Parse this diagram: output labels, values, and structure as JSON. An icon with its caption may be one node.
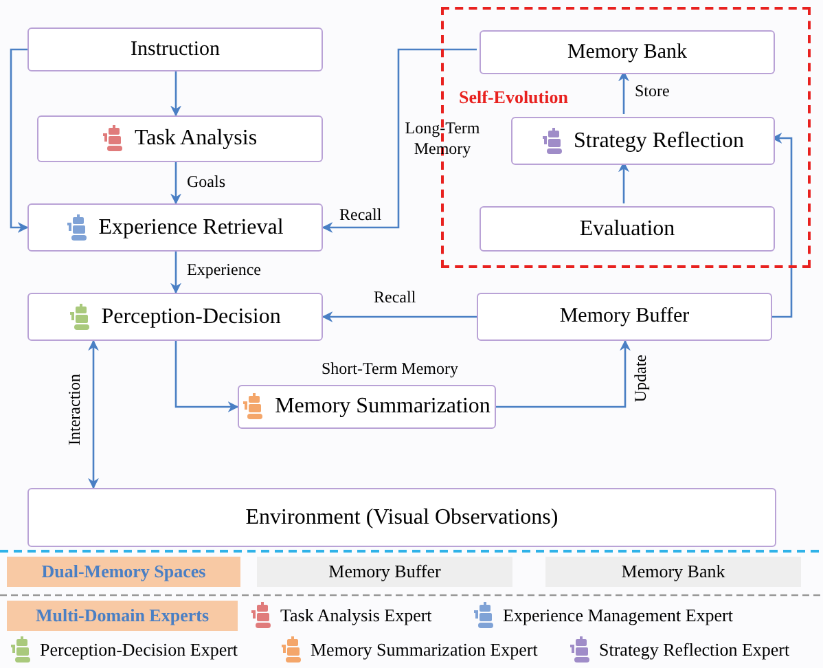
{
  "diagram": {
    "nodes": [
      {
        "text": [
          "Instruction"
        ]
      },
      {
        "text": [
          "Task Analysis"
        ]
      },
      {
        "text": [
          "Experience Retrieval"
        ]
      },
      {
        "text": [
          "Perception-Decision"
        ]
      },
      {
        "text": [
          "Self-Evolution"
        ]
      },
      {
        "text": [
          "Memory Bank"
        ],
        "in": 4
      },
      {
        "text": [
          "Strategy Reflection"
        ],
        "in": 4
      },
      {
        "text": [
          "Evaluation"
        ],
        "in": 4
      },
      {
        "text": [
          "Memory Buffer"
        ]
      },
      {
        "text": [
          "Memory Summarization"
        ]
      },
      {
        "text": [
          "Environment (Visual Observations)"
        ]
      }
    ],
    "edges": [
      {
        "from": 0,
        "to": 1,
        "arrow": "to"
      },
      {
        "from": 1,
        "to": 2,
        "arrow": "to",
        "label": "Goals"
      },
      {
        "from": 0,
        "to": 2,
        "arrow": "to"
      },
      {
        "from": 5,
        "to": 2,
        "arrow": "to",
        "label": "Recall"
      },
      {
        "from": 2,
        "to": 3,
        "arrow": "to",
        "label": "Experience"
      },
      {
        "from": 8,
        "to": 3,
        "arrow": "to",
        "label": "Recall"
      },
      {
        "from": 3,
        "to": 9,
        "arrow": "to"
      },
      {
        "from": 9,
        "to": 8,
        "arrow": "to",
        "label": "Update"
      },
      {
        "from": 3,
        "to": 10,
        "arrow": "both",
        "label": "Interaction"
      },
      {
        "from": 7,
        "to": 6,
        "arrow": "to"
      },
      {
        "from": 6,
        "to": 5,
        "arrow": "to",
        "label": "Store"
      },
      {
        "from": 8,
        "to": 6,
        "arrow": "to"
      }
    ],
    "labels": [
      "Long-Term Memory",
      "Short-Term Memory",
      "Dual-Memory Spaces",
      "Memory Buffer",
      "Memory Bank",
      "Multi-Domain Experts"
    ],
    "legend": [
      {
        "text": "Task Analysis Expert",
        "color": "#e07b7b"
      },
      {
        "text": "Experience Management Expert",
        "color": "#7fa2d6"
      },
      {
        "text": "Perception-Decision Expert",
        "color": "#a9c97c"
      },
      {
        "text": "Memory Summarization Expert",
        "color": "#f4a66a"
      },
      {
        "text": "Strategy Reflection Expert",
        "color": "#9f8cc8"
      }
    ]
  }
}
